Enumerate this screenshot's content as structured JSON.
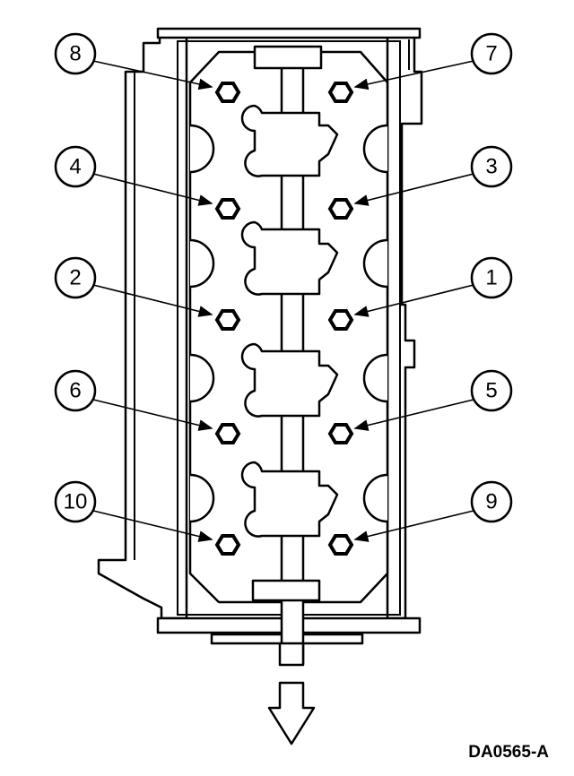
{
  "diagram": {
    "part_id": "DA0565-A",
    "colors": {
      "line": "#000000",
      "background": "#ffffff"
    },
    "callouts": [
      {
        "id": "c8",
        "label": "8"
      },
      {
        "id": "c7",
        "label": "7"
      },
      {
        "id": "c4",
        "label": "4"
      },
      {
        "id": "c3",
        "label": "3"
      },
      {
        "id": "c2",
        "label": "2"
      },
      {
        "id": "c1",
        "label": "1"
      },
      {
        "id": "c6",
        "label": "6"
      },
      {
        "id": "c5",
        "label": "5"
      },
      {
        "id": "c10",
        "label": "10"
      },
      {
        "id": "c9",
        "label": "9"
      }
    ]
  }
}
